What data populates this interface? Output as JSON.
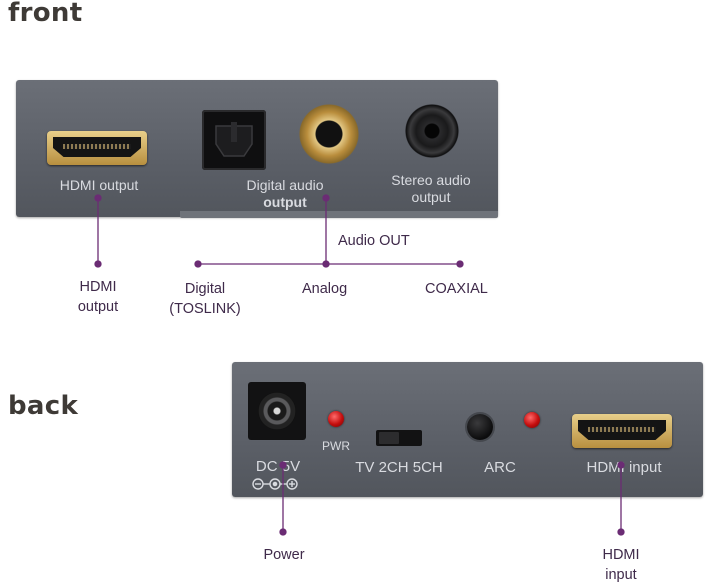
{
  "front": {
    "title": "front",
    "labels": {
      "hdmi_output": "HDMI output",
      "digital_audio_line1": "Digital audio",
      "digital_audio_line2": "output",
      "stereo_line1": "Stereo audio",
      "stereo_line2": "output"
    },
    "callouts": {
      "hdmi_line1": "HDMI",
      "hdmi_line2": "output",
      "audio_out": "Audio OUT",
      "digital_line1": "Digital",
      "digital_line2": "(TOSLINK)",
      "analog": "Analog",
      "coaxial": "COAXIAL"
    }
  },
  "back": {
    "title": "back",
    "labels": {
      "dc": "DC 5V",
      "pwr": "PWR",
      "switch": "TV 2CH 5CH",
      "arc": "ARC",
      "hdmi_input": "HDMI input"
    },
    "callouts": {
      "power": "Power",
      "hdmi_line1": "HDMI",
      "hdmi_line2": "input"
    }
  },
  "colors": {
    "callout_line": "#6b2c74",
    "panel": "#5e6269",
    "panel_text": "#d9dbe0",
    "gold": "#c9a35a",
    "led_red": "#d41414"
  }
}
